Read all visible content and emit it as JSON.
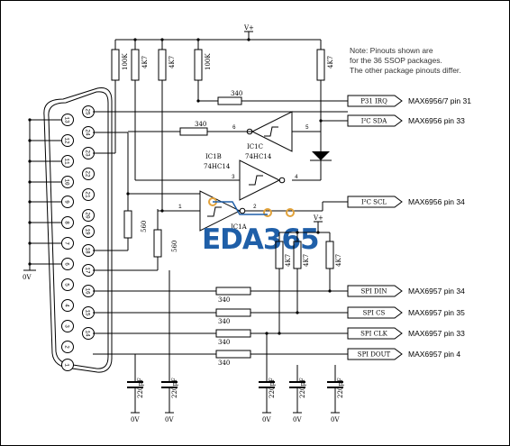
{
  "note": [
    "Note: Pinouts shown are",
    "for the 36 SSOP packages.",
    "The other package pinouts differ."
  ],
  "supply_label": "V+",
  "ground_label": "0V",
  "watermark": "EDA365",
  "connector": {
    "pins_left": [
      "13",
      "12",
      "11",
      "10",
      "9",
      "8",
      "7",
      "6",
      "5",
      "4",
      "3",
      "2",
      "1"
    ],
    "pins_right": [
      "25",
      "24",
      "23",
      "22",
      "21",
      "20",
      "19",
      "18",
      "17",
      "16",
      "15",
      "14"
    ]
  },
  "pullups": [
    "100K",
    "4K7",
    "4K7",
    "100K",
    "4K7"
  ],
  "r_560": "560",
  "r_340": "340",
  "gates": {
    "ic1c": {
      "name": "IC1C",
      "part": "74HC14"
    },
    "ic1b": {
      "name": "IC1B",
      "part": "74HC14"
    },
    "ic1a": {
      "name": "IC1A",
      "part": ""
    }
  },
  "pin_numbers": {
    "p6": "6",
    "p5": "5",
    "p3": "3",
    "p4": "4",
    "p1": "1",
    "p2": "2"
  },
  "signals": [
    {
      "label": "P31 IRQ",
      "target": "MAX6956/7 pin 31"
    },
    {
      "label": "I²C SDA",
      "target": "MAX6956 pin 33"
    },
    {
      "label": "I²C SCL",
      "target": "MAX6956 pin 34"
    },
    {
      "label": "SPI DIN",
      "target": "MAX6957 pin 34"
    },
    {
      "label": "SPI CS",
      "target": "MAX6957 pin 35"
    },
    {
      "label": "SPI CLK",
      "target": "MAX6957 pin 33"
    },
    {
      "label": "SPI DOUT",
      "target": "MAX6957 pin 4"
    }
  ],
  "caps": "220pF",
  "spi_pullups": [
    "4K7",
    "4K7",
    "4K7"
  ]
}
